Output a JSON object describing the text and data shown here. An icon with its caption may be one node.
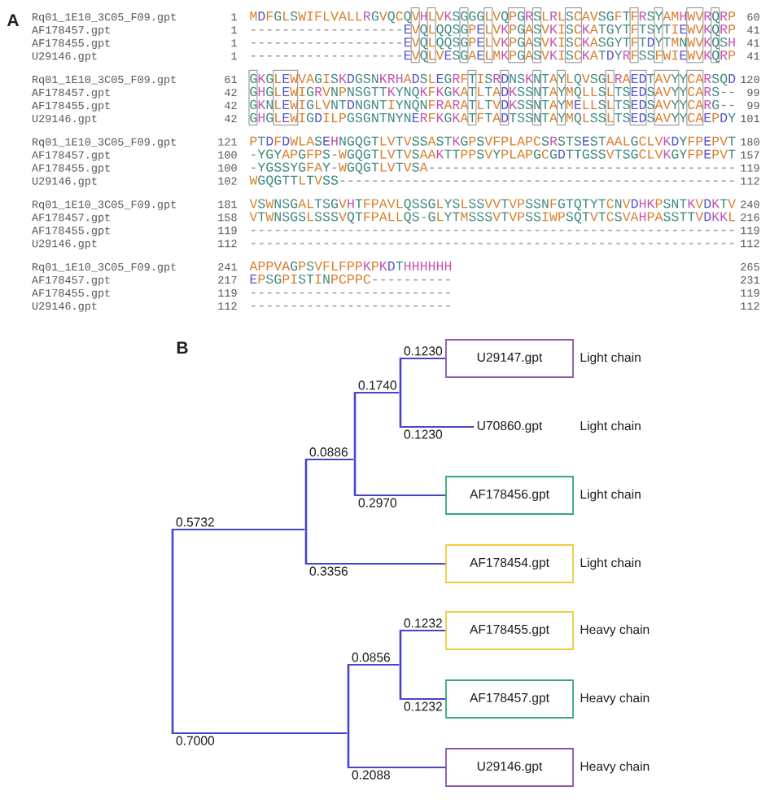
{
  "diagram": {
    "labels": [
      "A",
      "Rq01_1E10_3C05_F09.gpt",
      "1",
      "MDFGLSWIFLVALLRGVQCQVHLVKSGGGLVQPGRSLRLSCAVSGFTFRSYAMHWVRQRP",
      "60",
      "AF178457.gpt",
      "1",
      "-------------------EVQLQQSGPELVKPGASVKISCKATGYTFTSYTIEWVKQRP",
      "41",
      "AF178455.gpt",
      "1",
      "-------------------EVQLQQSGPELVKPGASVKISCKASGYTFTDYTMNWVKQSH",
      "41",
      "U29146.gpt",
      "1",
      "-------------------EVQLVESGAELMKPGASVKISCKATDYRFSSFWIEWVKQRP",
      "41",
      "Rq01_1E10_3C05_F09.gpt",
      "61",
      "GKGLEWVAGISKDGSNKRHADSLEGRFTISRDNSKNTAYLQVSGLRAEDTAVYYCARSQD",
      "120",
      "AF178457.gpt",
      "42",
      "GHGLEWIGRVNPNSGTTKYNQKFKGKATLTADKSSNTAYMQLLSLTSEDSAVYYCARS--",
      "99",
      "AF178455.gpt",
      "42",
      "GKNLEWIGLVNTDNGNTIYNQNFRARATLTVDKSSNTAYMELLSLTSEDSAVYYCARG--",
      "99",
      "U29146.gpt",
      "42",
      "GHGLEWIGDILPGSGNTNYNERFKGKATFTADTSSNTAYMQLSSLTSEDSAVYYCAEPDY",
      "101",
      "Rq01_1E10_3C05_F09.gpt",
      "121",
      "PTDFDWLASEHNGQGTLVTVSSASTKGPSVFPLAPCSRSTSESTAALGCLVKDYFPEPVT",
      "180",
      "AF178457.gpt",
      "100",
      "-YGYAPGFPS-WGQGTLVTVSAAKTTPPSVYPLAPGCGDTTGSSVTSGCLVKGYFPEPVT",
      "157",
      "AF178455.gpt",
      "100",
      "-YGSSYGFAY-WGQGTLVTVSA--------------------------------------",
      "119",
      "U29146.gpt",
      "102",
      "WGQGTTLTVSS-------------------------------------------------",
      "112",
      "Rq01_1E10_3C05_F09.gpt",
      "181",
      "VSWNSGALTSGVHTFPAVLQSSGLYSLSSVVTVPSSNFGTQTYTCNVDHKPSNTKVDKTV",
      "240",
      "AF178457.gpt",
      "158",
      "VTWNSGSLSSSVQTFPALLQS-GLYTMSSSVTVPSSIWPSQTVTCSVAHPASSTTVDKKL",
      "216",
      "AF178455.gpt",
      "119",
      "------------------------------------------------------------",
      "119",
      "U29146.gpt",
      "112",
      "------------------------------------------------------------",
      "112",
      "Rq01_1E10_3C05_F09.gpt",
      "241",
      "APPVAGPSVFLFPPKPKDTHHHHHH",
      "265",
      "AF178457.gpt",
      "217",
      "EPSGPISTINPCPPC----------",
      "231",
      "AF178455.gpt",
      "119",
      "-------------------------",
      "119",
      "U29146.gpt",
      "112",
      "-------------------------",
      "112",
      "B"
    ],
    "nodes": [
      {
        "text": [],
        "shape": "bar"
      },
      {
        "text": [],
        "shape": "bar"
      },
      {
        "text": [],
        "shape": "bar"
      },
      {
        "text": [],
        "shape": "bar"
      },
      {
        "text": [
          "U29147.gpt"
        ],
        "beside": [
          "Light chain"
        ]
      },
      {
        "text": [
          "U70860.gpt"
        ],
        "beside": [
          "Light chain"
        ]
      },
      {
        "text": [
          "AF178456.gpt"
        ],
        "beside": [
          "Light chain"
        ]
      },
      {
        "text": [
          "AF178454.gpt"
        ],
        "beside": [
          "Light chain"
        ]
      },
      {
        "text": [],
        "shape": "bar"
      },
      {
        "text": [],
        "shape": "bar"
      },
      {
        "text": [
          "AF178455.gpt"
        ],
        "beside": [
          "Heavy chain"
        ]
      },
      {
        "text": [
          "AF178457.gpt"
        ],
        "beside": [
          "Heavy chain"
        ]
      },
      {
        "text": [
          "U29146.gpt"
        ],
        "beside": [
          "Heavy chain"
        ]
      }
    ],
    "edges": [
      {
        "from": 0,
        "to": 1,
        "arrow": "none",
        "label": "0.5732"
      },
      {
        "from": 1,
        "to": 2,
        "arrow": "none",
        "label": "0.0886"
      },
      {
        "from": 2,
        "to": 3,
        "arrow": "none",
        "label": "0.1740"
      },
      {
        "from": 3,
        "to": 4,
        "arrow": "none",
        "label": "0.1230"
      },
      {
        "from": 3,
        "to": 5,
        "arrow": "none",
        "label": "0.1230"
      },
      {
        "from": 2,
        "to": 6,
        "arrow": "none",
        "label": "0.2970"
      },
      {
        "from": 1,
        "to": 7,
        "arrow": "none",
        "label": "0.3356"
      },
      {
        "from": 0,
        "to": 8,
        "arrow": "none",
        "label": "0.7000"
      },
      {
        "from": 8,
        "to": 9,
        "arrow": "none",
        "label": "0.0856"
      },
      {
        "from": 9,
        "to": 10,
        "arrow": "none",
        "label": "0.1232"
      },
      {
        "from": 9,
        "to": 11,
        "arrow": "none",
        "label": "0.1232"
      },
      {
        "from": 8,
        "to": 12,
        "arrow": "none",
        "label": "0.2088"
      }
    ]
  }
}
